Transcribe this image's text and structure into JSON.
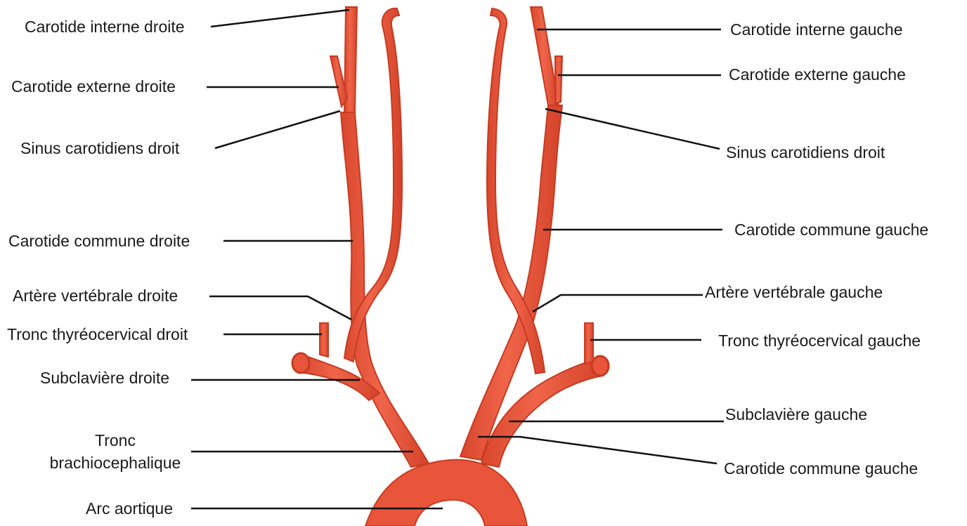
{
  "colors": {
    "artery_fill": "#e8553a",
    "artery_edge": "#c63b22",
    "artery_highlight": "#f27a5c",
    "leader_line": "#111111",
    "text": "#1a1a1a",
    "background": "#ffffff"
  },
  "labels": {
    "left": {
      "carotide_interne": "Carotide interne droite",
      "carotide_externe": "Carotide externe droite",
      "sinus": "Sinus carotidiens droit",
      "carotide_commune": "Carotide commune droite",
      "vertebrale": "Artère vertébrale droite",
      "tronc_thyreo": "Tronc thyréocervical droit",
      "subclaviere": "Subclavière droite",
      "tronc_brachio_1": "Tronc",
      "tronc_brachio_2": "brachiocephalique",
      "arc_aortique": "Arc aortique"
    },
    "right": {
      "carotide_interne": "Carotide interne gauche",
      "carotide_externe": "Carotide externe gauche",
      "sinus": "Sinus carotidiens droit",
      "carotide_commune": "Carotide commune gauche",
      "vertebrale": "Artère vertébrale gauche",
      "tronc_thyreo": "Tronc thyréocervical gauche",
      "subclaviere": "Subclavière gauche",
      "carotide_commune_bas": "Carotide commune gauche"
    }
  }
}
